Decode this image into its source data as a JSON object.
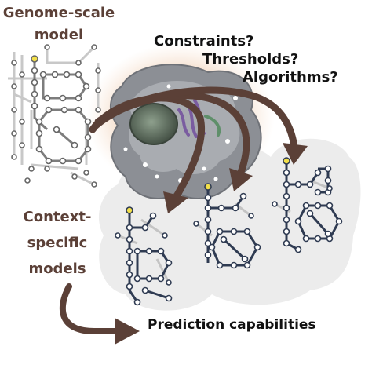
{
  "labels": {
    "genome_line1": "Genome-scale",
    "genome_line2": "model",
    "q_constraints": "Constraints?",
    "q_thresholds": "Thresholds?",
    "q_algorithms": "Algorithms?",
    "context_line1": "Context-",
    "context_line2": "specific",
    "context_line3": "models",
    "prediction": "Prediction capabilities"
  },
  "colors": {
    "brown_text": "#5b4037",
    "arrow": "#5b4037",
    "network_dark": "#2f3b52",
    "network_gray": "#bdbdbd",
    "seed_yellow": "#f3e04a",
    "cloud": "#ebebeb"
  },
  "icons": {
    "cell": "cell-icon",
    "genome_network": "metabolic-network-icon",
    "context_networks": "metabolic-network-icon"
  }
}
